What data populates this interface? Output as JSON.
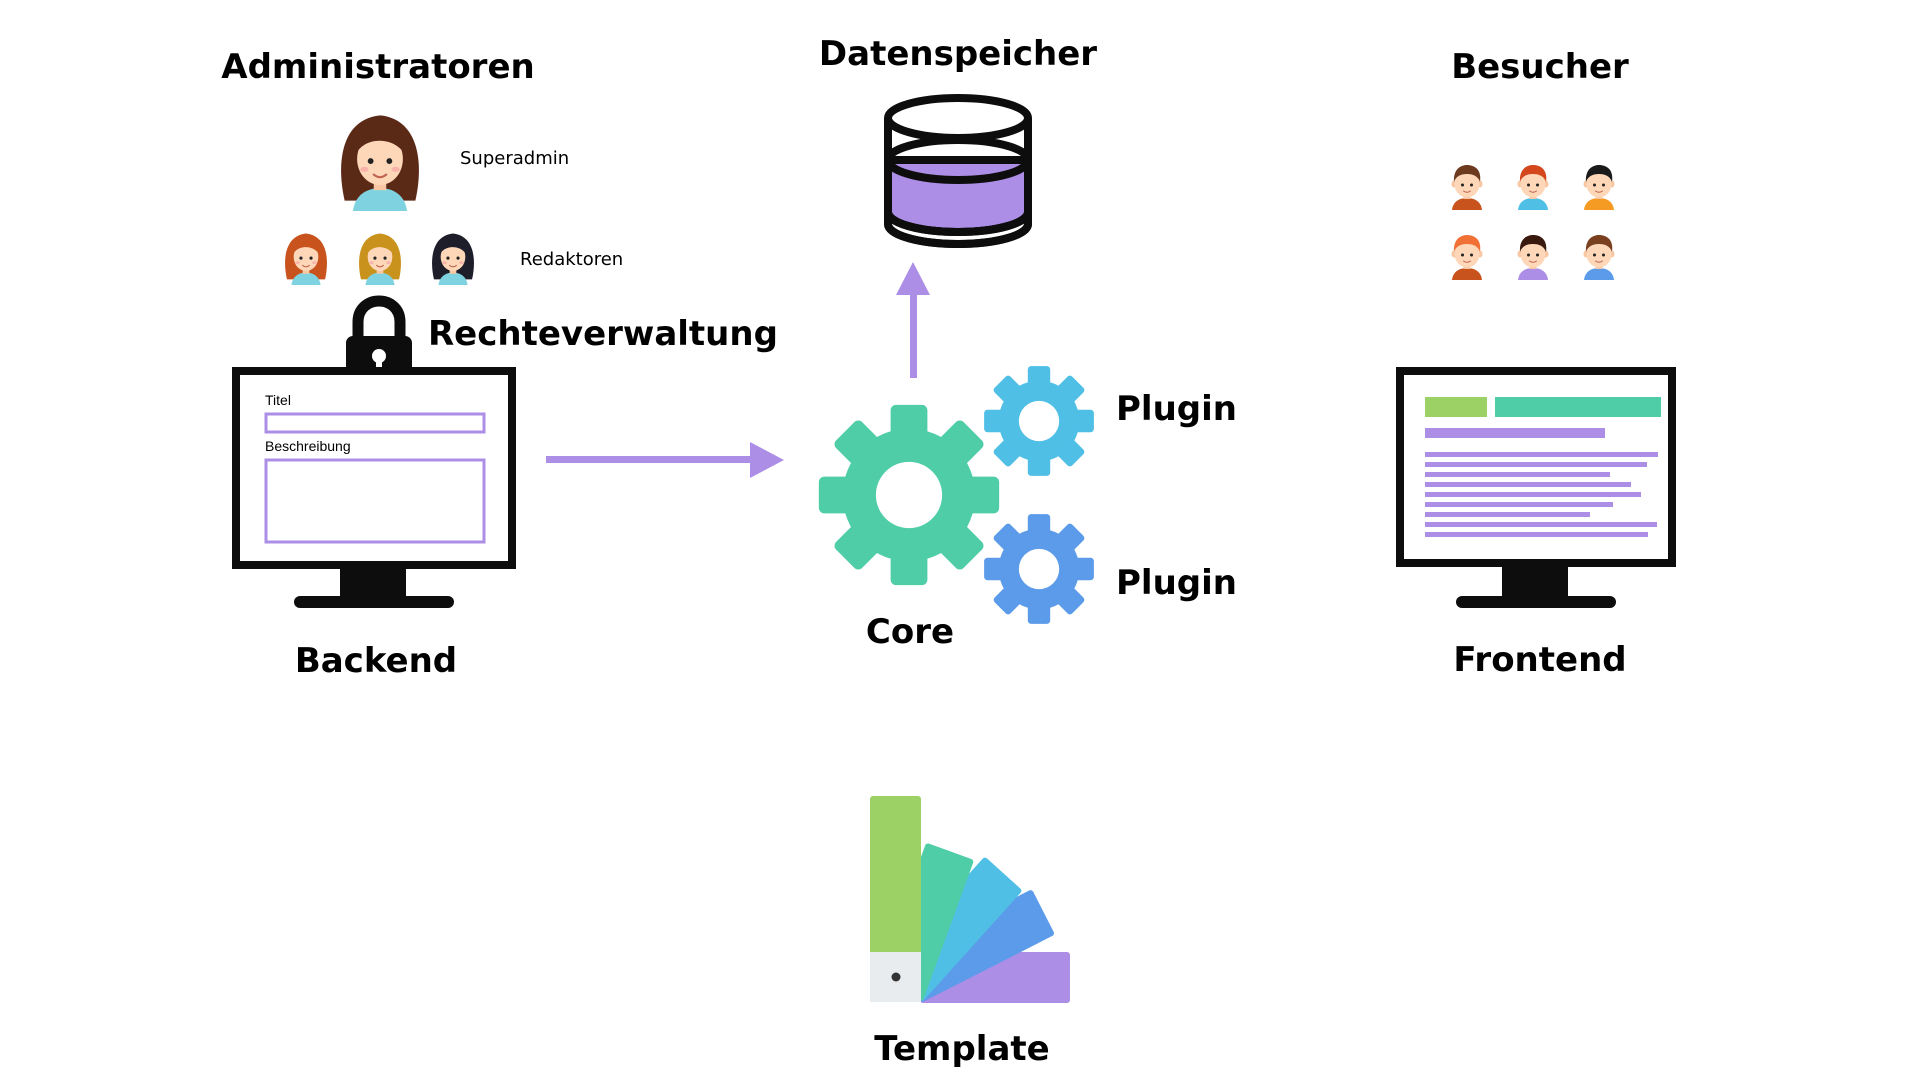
{
  "administrators": {
    "heading": "Administratoren",
    "superadmin_label": "Superadmin",
    "editors_label": "Redaktoren"
  },
  "permissions": {
    "label": "Rechteverwaltung"
  },
  "backend": {
    "label": "Backend",
    "form": {
      "title_field_label": "Titel",
      "description_field_label": "Beschreibung"
    }
  },
  "datastore": {
    "label": "Datenspeicher"
  },
  "core": {
    "label": "Core"
  },
  "plugins": [
    {
      "label": "Plugin"
    },
    {
      "label": "Plugin"
    }
  ],
  "visitors": {
    "heading": "Besucher"
  },
  "frontend": {
    "label": "Frontend"
  },
  "template": {
    "label": "Template"
  },
  "colors": {
    "purple": "#ad8ee6",
    "teal": "#4ecda6",
    "sky": "#4fbfe6",
    "blue": "#5b9be9",
    "green": "#9cd165",
    "black": "#0d0d0d",
    "skin": "#fdd7b8",
    "light_gray": "#e9ecef"
  },
  "icons": [
    "woman-avatar-icon",
    "lock-icon",
    "monitor-icon",
    "database-icon",
    "gear-icon",
    "man-avatar-icon",
    "color-swatch-fan-icon",
    "arrow-right-icon",
    "arrow-up-icon"
  ]
}
